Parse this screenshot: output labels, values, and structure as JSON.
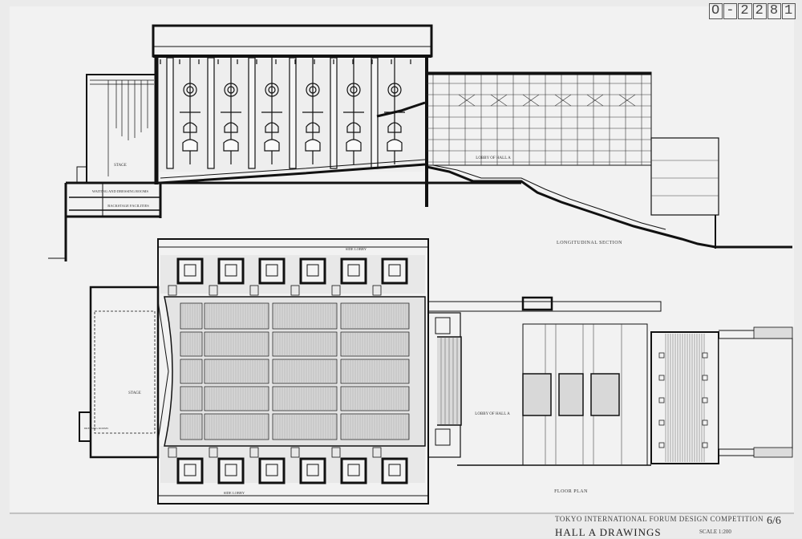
{
  "drawing_number": [
    "O",
    "-",
    "2",
    "2",
    "8",
    "1"
  ],
  "section": {
    "title": "LONGITUDINAL SECTION",
    "labels": {
      "stage": "STAGE",
      "lobby": "LOBBY OF HALL A",
      "waiting": "WAITING AND DRESSING ROOMS",
      "backstage": "BACKSTAGE FACILITIES"
    }
  },
  "plan": {
    "title": "FLOOR PLAN",
    "labels": {
      "side_lobby_top": "SIDE LOBBY",
      "side_lobby_bottom": "SIDE LOBBY",
      "stage": "STAGE",
      "lobby": "LOBBY OF HALL A",
      "dressing": "DRESSING ROOMS"
    }
  },
  "title_block": {
    "competition": "TOKYO INTERNATIONAL FORUM DESIGN COMPETITION",
    "drawing_title": "HALL A DRAWINGS",
    "scale": "SCALE 1:200",
    "sheet": "6/6"
  }
}
